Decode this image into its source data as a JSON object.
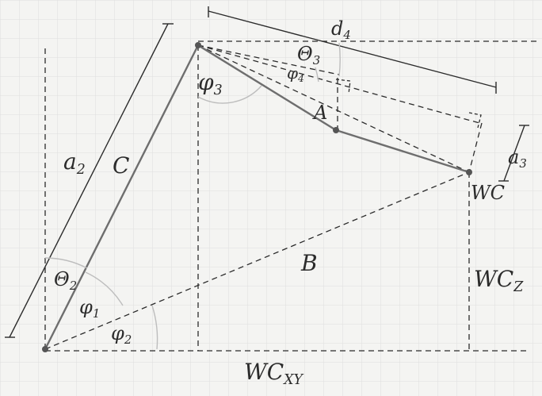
{
  "labels": {
    "d4": {
      "main": "d",
      "sub": "4"
    },
    "theta3": {
      "main": "Θ",
      "sub": "3"
    },
    "phi4": {
      "main": "φ",
      "sub": "4"
    },
    "phi3": {
      "main": "φ",
      "sub": "3"
    },
    "a2": {
      "main": "a",
      "sub": "2"
    },
    "c": "C",
    "a": "A",
    "a3": {
      "main": "a",
      "sub": "3"
    },
    "wc": "WC",
    "b": "B",
    "wcz": {
      "main": "WC",
      "sub": "Z"
    },
    "theta2": {
      "main": "Θ",
      "sub": "2"
    },
    "phi1": {
      "main": "φ",
      "sub": "1"
    },
    "phi2": {
      "main": "φ",
      "sub": "2"
    },
    "wcxy": {
      "main": "WC",
      "sub": "XY"
    }
  },
  "colors": {
    "ink": "#2b2b2b",
    "link": "#6e6e6e",
    "grid": "#dedede",
    "paper": "#f4f4f2"
  }
}
